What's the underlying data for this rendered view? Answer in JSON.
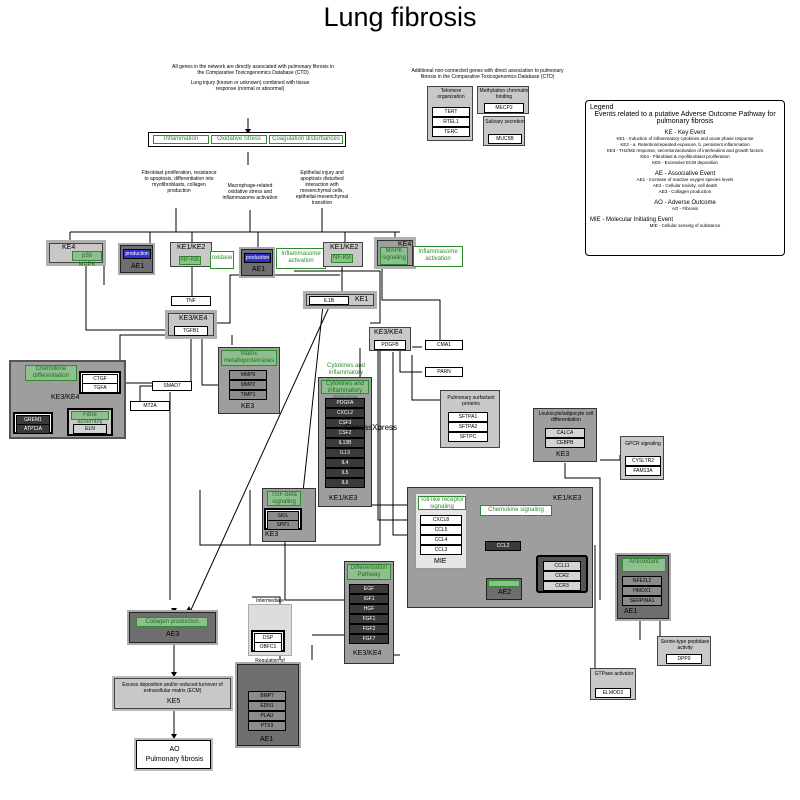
{
  "title": "Lung fibrosis",
  "notes": {
    "ctd_left": "All genes in the network are directly associated with pulmonary fibrosis in the Comparative Toxicogenomics Database (CTD)",
    "injury": "Lung injury (known or unknown) combined with tissue response (normal or abnormal)",
    "ctd_right": "Additional non-connected genes with direct association to pulmonary fibrosis in the Comparative Toxicogenomics Database (CTD)",
    "fibroblast": "Fibroblast proliferation, resistance to apoptosis, differentiation into myofibroblasts, collagen production",
    "macrophage": "Macrophage-related oxidative stress and inflammasome activation",
    "epithelial": "Epithelial injury and apoptosis disturbed interaction with mesenchymal cells, epithelial-mesenchymal transition",
    "canvas": "CanvasXpress"
  },
  "top_row": {
    "inflammation": "Inflammation",
    "oxidative": "Oxidative Stress",
    "coagulation": "Coagulation disturbances"
  },
  "telomere": {
    "title": "Telomere organization",
    "genes": [
      "TERT",
      "RTEL1",
      "TERC"
    ]
  },
  "methyl": {
    "title": "Methylation chromatin binding",
    "genes": [
      "MECP2"
    ]
  },
  "salivary": {
    "title": "Salivary secretion",
    "genes": [
      "MUC5B"
    ]
  },
  "legend": {
    "heading": "Legend",
    "title": "Events related to a putative Adverse Outcome Pathway for pulmonary fibrosis",
    "ke_title": "KE - Key Event",
    "ke_items": [
      "KE1 - Induction of inflammatory cytokines and acute phase response",
      "KE2 - a. Retention/repeated exposure, b. persistent inflammation",
      "KE3 - TH2/M2 response, secretion/activation of interleukins and growth factors",
      "KE4 - Fibroblast & myofibroblast proliferation",
      "KE5 - Excessive ECM deposition"
    ],
    "ae_title": "AE - Associative Event",
    "ae_items": [
      "AE1 - Increase of reactive oxygen species levels",
      "AE2 - Cellular toxicity, cell death",
      "AE3 - Collagen production"
    ],
    "ao_title": "AO - Adverse Outcome",
    "ao_items": [
      "AO - Fibrosis"
    ],
    "mie_title": "MIE - Molecular Initiating Event",
    "mie_items": [
      "MIE - Cellular sensing of substance"
    ]
  },
  "row2": {
    "ke4_left": "KE4",
    "p38": "p38 MAPK",
    "production_left": "production",
    "ae1_left": "AE1",
    "ke1ke2_left": "KE1/KE2",
    "nfkb_left": "NF-KB",
    "oxidase": "oxidase",
    "production_mid": "production",
    "ae1_mid": "AE1",
    "inflammasome_left": "Inflammasome activation",
    "ke1ke2_right": "KE1/KE2",
    "nfkb_right": "NF-KB",
    "ke4_right": "KE4",
    "mapk": "MAPK signaling",
    "inflammasome_right": "Inflammasome activation"
  },
  "tnf": "TNF",
  "il1b": "IL1B",
  "ke1_il1b": "KE1",
  "tgfb1_group": {
    "ke": "KE3/KE4",
    "gene": "TGFB1"
  },
  "pdgfb_group": {
    "ke": "KE3/KE4",
    "gene": "PDGFB"
  },
  "cma1": "CMA1",
  "parn": "PARN",
  "smad7": "SMAD7",
  "mt2a": "MT2A",
  "chemokine_left": {
    "green": "Chemokine differentiation",
    "genes": [
      "CTGF",
      "TGFA"
    ],
    "ke": "KE3/KE4",
    "small": [
      "GREM1",
      "ATP11A"
    ],
    "fibre": "Fibre assembly",
    "eln": "ELN"
  },
  "mmp": {
    "green": "Matrix metalloproteinases",
    "genes": [
      "MMP9",
      "MMP2",
      "TIMP1"
    ],
    "ke": "KE3"
  },
  "cytokines": {
    "title": "Cytokines and inflammatory response",
    "genes": [
      "PDGFA",
      "CXCL2",
      "CSF3",
      "CSF2",
      "IL13B",
      "IL13",
      "IL4",
      "IL5",
      "IL6"
    ],
    "ke": "KE1/KE3"
  },
  "surfactant": {
    "title": "Pulmonary surfactant proteins",
    "genes": [
      "SFTPA1",
      "SFTPA2",
      "SFTPC"
    ]
  },
  "leukocyte": {
    "title": "Leukocyte/adipocyte cell differentiation",
    "genes": [
      "CALCA",
      "CEBPB"
    ],
    "ke": "KE3"
  },
  "gpcr": {
    "title": "GPCR signaling",
    "genes": [
      "CYSLTR2",
      "FAM13A"
    ]
  },
  "toll_box": {
    "green": "Toll-like receptor signaling",
    "chemokine": "Chemokine signaling",
    "ke": "KE1/KE3",
    "genes": [
      "CXCL8",
      "CCL5",
      "CCL4",
      "CCL3"
    ],
    "mie": "MIE",
    "ccl2": "CCL2",
    "ccl_genes": [
      "CCL11",
      "CCR2",
      "CCR3"
    ],
    "ae2": "AE2"
  },
  "ae1_right": {
    "green": "Antioxidant",
    "genes": [
      "NFE2L2",
      "HMOX1",
      "SERPINA1"
    ],
    "ae": "AE1"
  },
  "tgfb_sig": {
    "green": "TGF-beta signaling",
    "genes": [
      "SKIL",
      "SPP1"
    ],
    "ke": "KE3"
  },
  "differentiation": {
    "green": "Differentiation Pathway",
    "genes": [
      "EGF",
      "IGF1",
      "HGF",
      "FGF1",
      "FGF2",
      "FGF7"
    ],
    "ke": "KE3/KE4"
  },
  "filament": {
    "title": "Intermediate filament cytoskeleton",
    "genes": [
      "DSP",
      "OBFC1"
    ]
  },
  "regulation": {
    "title": "Regulation of reactive oxygen species metabolism",
    "genes": [
      "BMP7",
      "EDN1",
      "PLAU",
      "PTX3"
    ],
    "ae": "AE1"
  },
  "serine": {
    "title": "Serine-type peptidase activity",
    "genes": [
      "DPP9"
    ]
  },
  "gtpase": {
    "title": "GTPase activator",
    "genes": [
      "ELMOD2"
    ]
  },
  "ae3": {
    "green": "Collagen production",
    "ae": "AE3"
  },
  "ke5": {
    "text": "Excess deposition and/or reduced turnover of extracellular matrix (ECM)",
    "ke": "KE5"
  },
  "ao": {
    "label": "AO",
    "text": "Pulmonary fibrosis"
  },
  "colors": {
    "green": "#2e8b2e",
    "gray_light": "#c8c8c8",
    "gray_mid": "#9e9e9e",
    "gray_dark": "#6e6e6e"
  }
}
